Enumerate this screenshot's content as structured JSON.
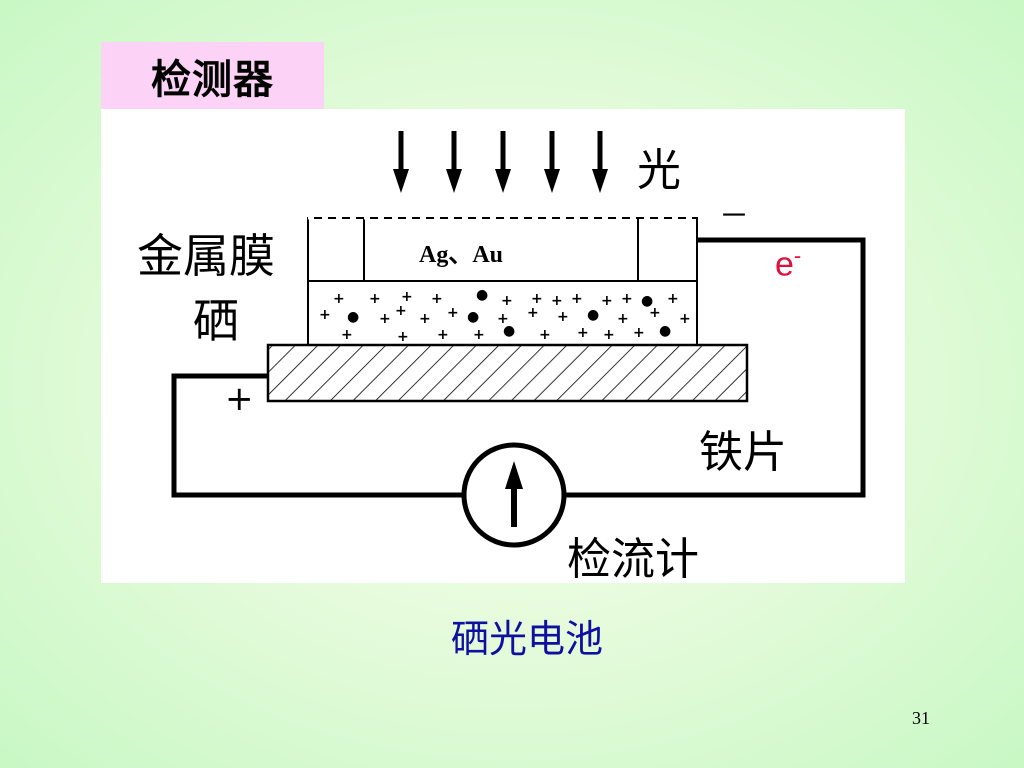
{
  "slide": {
    "title": "检测器",
    "caption": "硒光电池",
    "page_number": "31"
  },
  "diagram": {
    "light_label": "光",
    "metal_film_label": "金属膜",
    "metal_film_material": "Ag、Au",
    "selenium_label": "硒",
    "iron_label": "铁片",
    "galvanometer_label": "检流计",
    "electron_symbol": "e",
    "electron_superscript": "-",
    "negative_sign": "－",
    "positive_sign": "+"
  },
  "colors": {
    "title_bg": "#fcd2f6",
    "caption": "#1010a0",
    "electron": "#e0103c"
  }
}
